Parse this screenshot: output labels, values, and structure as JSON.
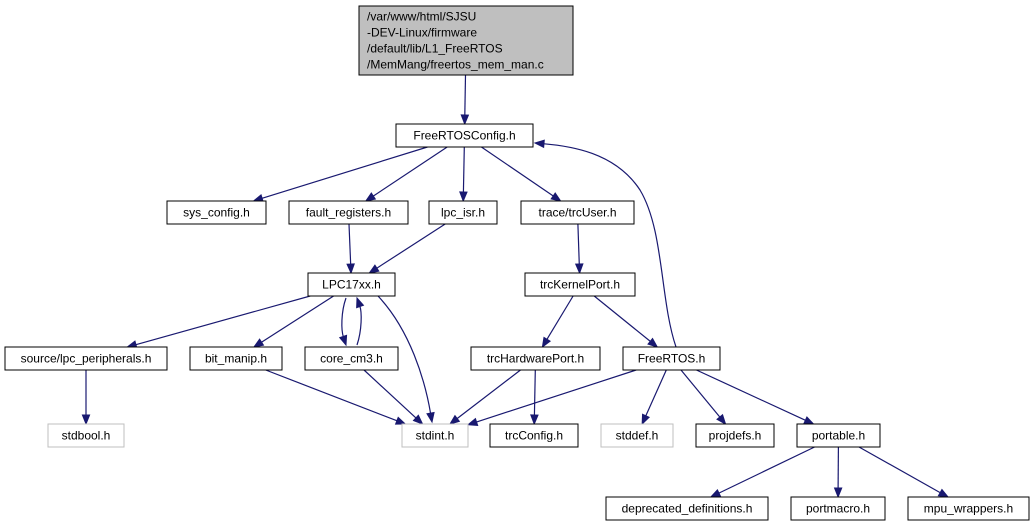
{
  "graph": {
    "colors": {
      "edge": "#191970",
      "root_fill": "#bfbfbf",
      "missing_border": "#bfbfbf"
    },
    "nodes": [
      {
        "id": "root",
        "lines": [
          "/var/www/html/SJSU",
          "-DEV-Linux/firmware",
          "/default/lib/L1_FreeRTOS",
          "/MemMang/freertos_mem_man.c"
        ],
        "kind": "root"
      },
      {
        "id": "freertosconfig",
        "lines": [
          "FreeRTOSConfig.h"
        ],
        "kind": "normal"
      },
      {
        "id": "sys_config",
        "lines": [
          "sys_config.h"
        ],
        "kind": "normal"
      },
      {
        "id": "fault_registers",
        "lines": [
          "fault_registers.h"
        ],
        "kind": "normal"
      },
      {
        "id": "lpc_isr",
        "lines": [
          "lpc_isr.h"
        ],
        "kind": "normal"
      },
      {
        "id": "trcuser",
        "lines": [
          "trace/trcUser.h"
        ],
        "kind": "normal"
      },
      {
        "id": "lpc17xx",
        "lines": [
          "LPC17xx.h"
        ],
        "kind": "normal"
      },
      {
        "id": "trckernelport",
        "lines": [
          "trcKernelPort.h"
        ],
        "kind": "normal"
      },
      {
        "id": "lpc_peripherals",
        "lines": [
          "source/lpc_peripherals.h"
        ],
        "kind": "normal"
      },
      {
        "id": "bit_manip",
        "lines": [
          "bit_manip.h"
        ],
        "kind": "normal"
      },
      {
        "id": "core_cm3",
        "lines": [
          "core_cm3.h"
        ],
        "kind": "normal"
      },
      {
        "id": "trchardwareport",
        "lines": [
          "trcHardwarePort.h"
        ],
        "kind": "normal"
      },
      {
        "id": "freertos",
        "lines": [
          "FreeRTOS.h"
        ],
        "kind": "normal"
      },
      {
        "id": "stdbool",
        "lines": [
          "stdbool.h"
        ],
        "kind": "ext"
      },
      {
        "id": "stdint",
        "lines": [
          "stdint.h"
        ],
        "kind": "ext"
      },
      {
        "id": "trcconfig",
        "lines": [
          "trcConfig.h"
        ],
        "kind": "normal"
      },
      {
        "id": "stddef",
        "lines": [
          "stddef.h"
        ],
        "kind": "ext"
      },
      {
        "id": "projdefs",
        "lines": [
          "projdefs.h"
        ],
        "kind": "normal"
      },
      {
        "id": "portable",
        "lines": [
          "portable.h"
        ],
        "kind": "normal"
      },
      {
        "id": "deprecated",
        "lines": [
          "deprecated_definitions.h"
        ],
        "kind": "normal"
      },
      {
        "id": "portmacro",
        "lines": [
          "portmacro.h"
        ],
        "kind": "normal"
      },
      {
        "id": "mpu_wrappers",
        "lines": [
          "mpu_wrappers.h"
        ],
        "kind": "normal"
      }
    ],
    "edges": [
      [
        "root",
        "freertosconfig"
      ],
      [
        "freertosconfig",
        "sys_config"
      ],
      [
        "freertosconfig",
        "fault_registers"
      ],
      [
        "freertosconfig",
        "lpc_isr"
      ],
      [
        "freertosconfig",
        "trcuser"
      ],
      [
        "fault_registers",
        "lpc17xx"
      ],
      [
        "lpc_isr",
        "lpc17xx"
      ],
      [
        "trcuser",
        "trckernelport"
      ],
      [
        "lpc17xx",
        "lpc_peripherals"
      ],
      [
        "lpc17xx",
        "bit_manip"
      ],
      [
        "lpc17xx",
        "core_cm3"
      ],
      [
        "core_cm3",
        "lpc17xx"
      ],
      [
        "lpc17xx",
        "stdint"
      ],
      [
        "trckernelport",
        "trchardwareport"
      ],
      [
        "trckernelport",
        "freertos"
      ],
      [
        "freertos",
        "freertosconfig"
      ],
      [
        "lpc_peripherals",
        "stdbool"
      ],
      [
        "bit_manip",
        "stdint"
      ],
      [
        "core_cm3",
        "stdint"
      ],
      [
        "trchardwareport",
        "stdint"
      ],
      [
        "trchardwareport",
        "trcconfig"
      ],
      [
        "freertos",
        "stdint"
      ],
      [
        "freertos",
        "stddef"
      ],
      [
        "freertos",
        "projdefs"
      ],
      [
        "freertos",
        "portable"
      ],
      [
        "portable",
        "deprecated"
      ],
      [
        "portable",
        "portmacro"
      ],
      [
        "portable",
        "mpu_wrappers"
      ]
    ]
  }
}
